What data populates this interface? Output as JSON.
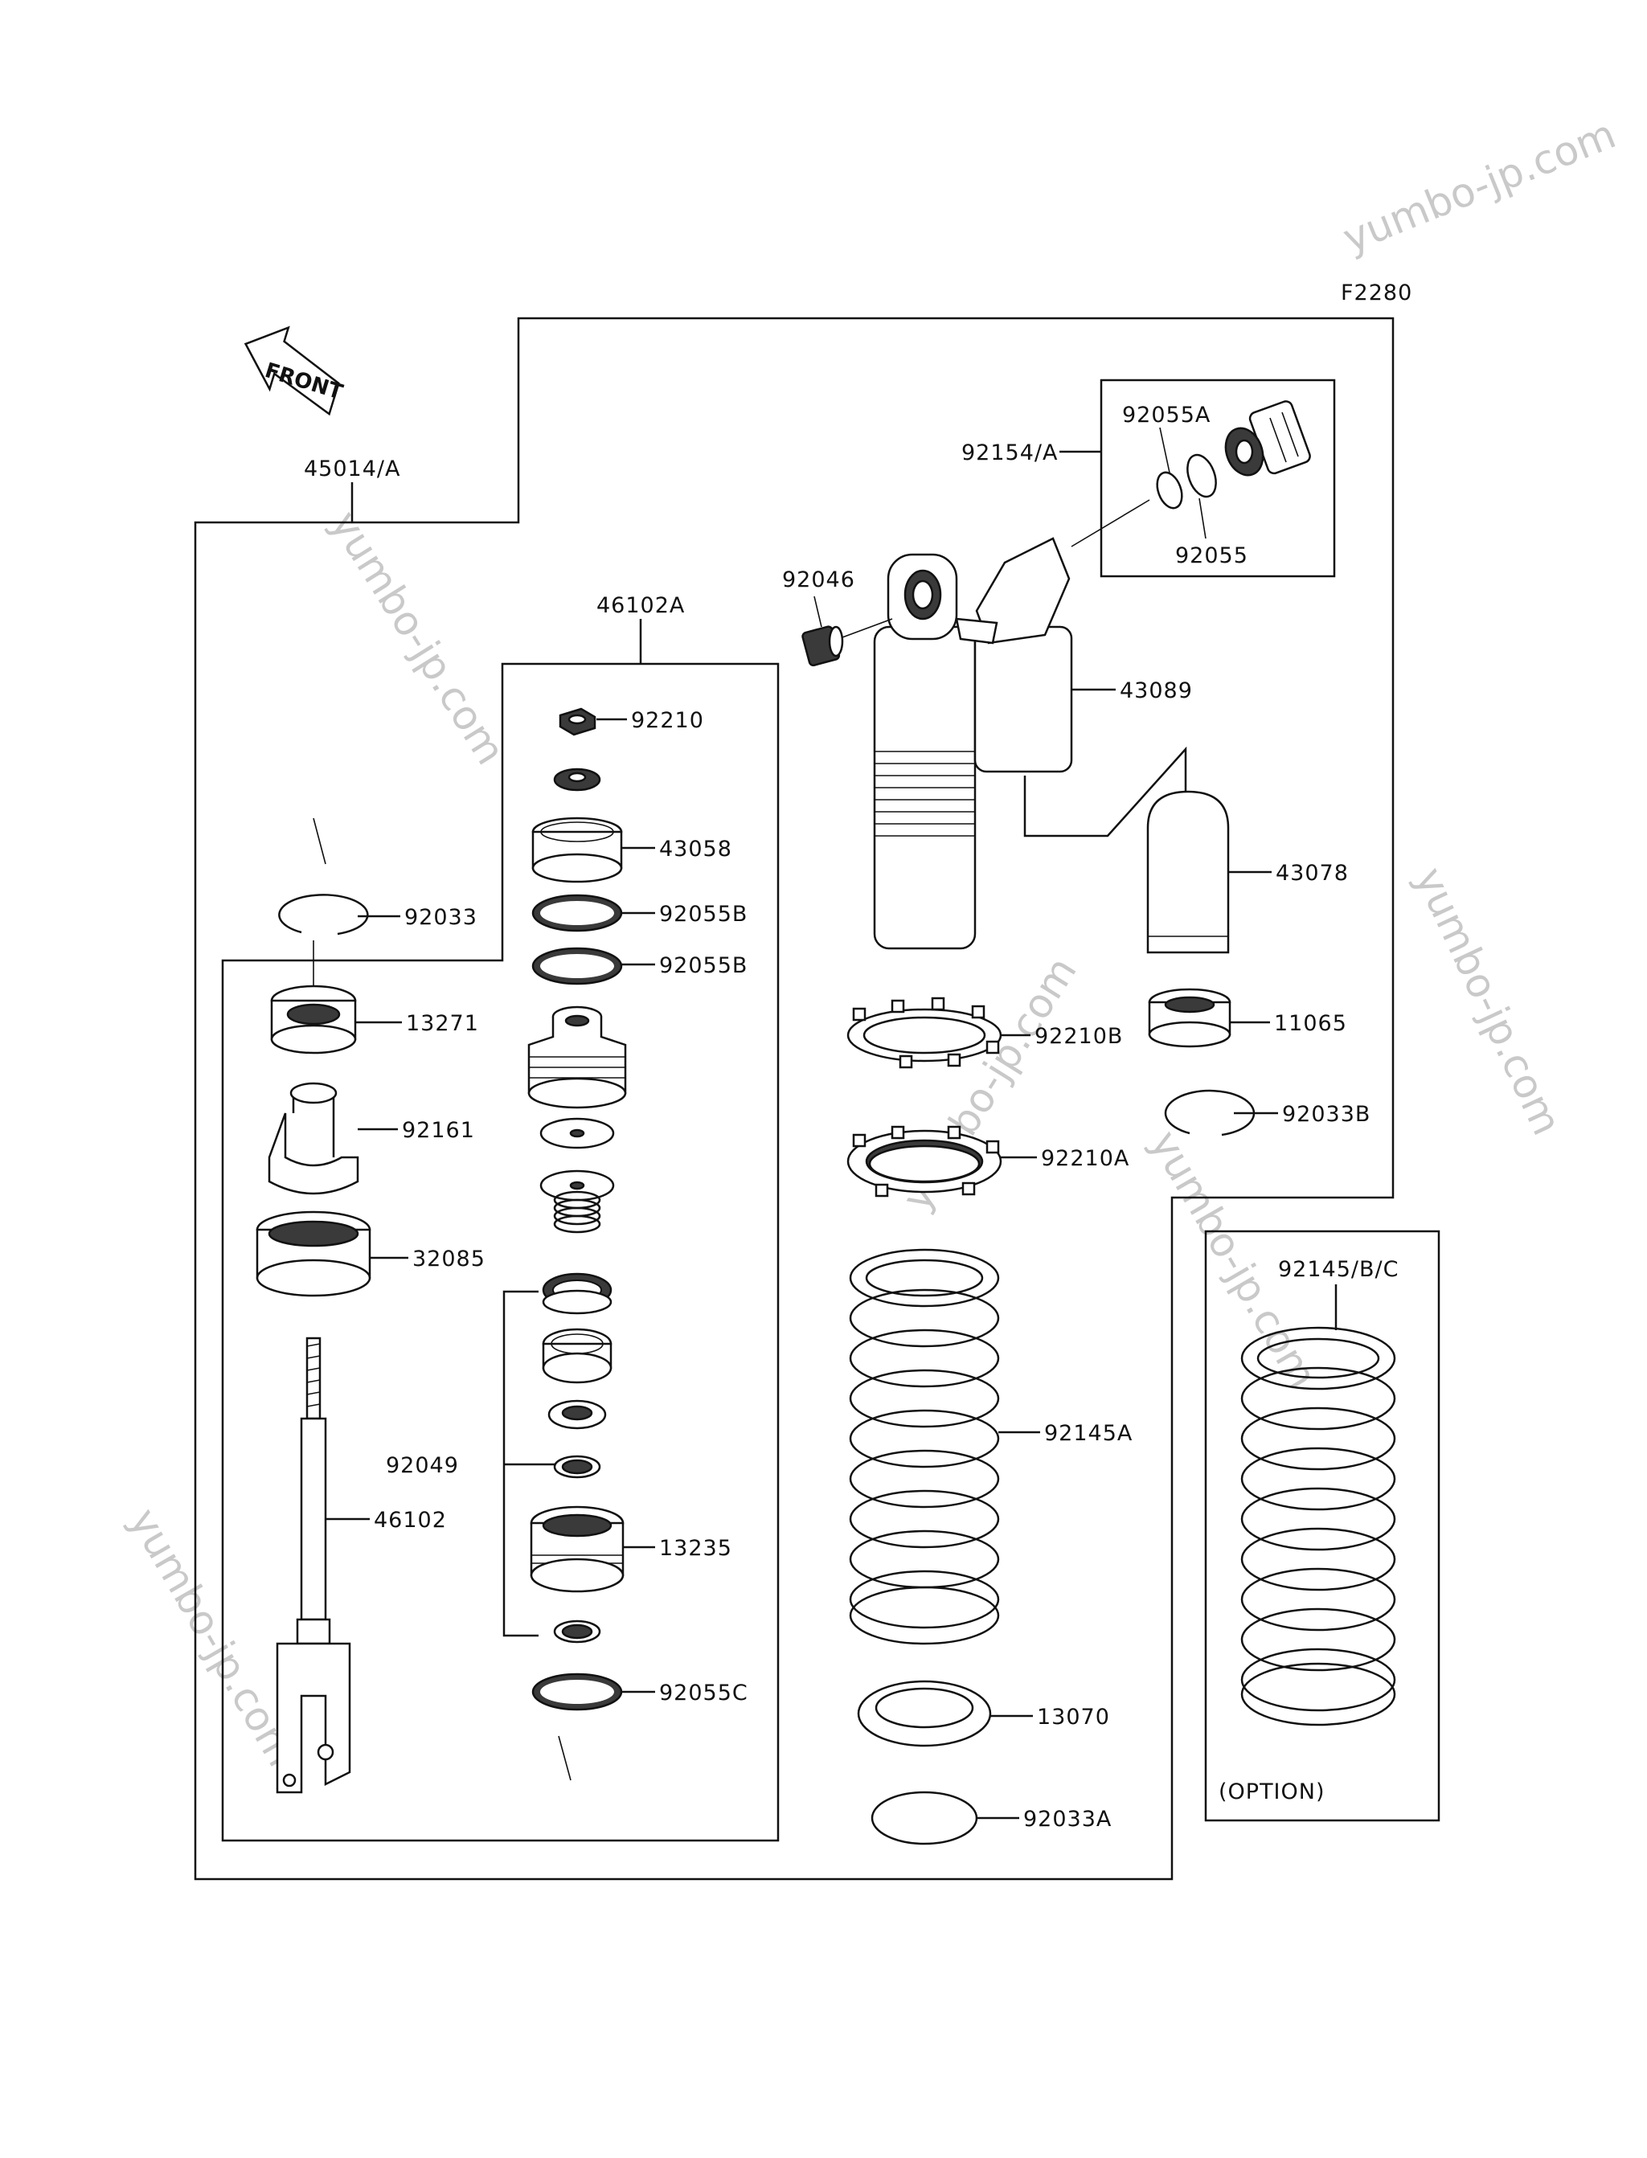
{
  "diagram_code": "F2280",
  "front_label": "FRONT",
  "option_label": "(OPTION)",
  "watermark": "yumbo-jp.com",
  "parts": {
    "p45014A": "45014/A",
    "p46102A": "46102A",
    "p92210": "92210",
    "p43058": "43058",
    "p92055B_1": "92055B",
    "p92055B_2": "92055B",
    "p92033": "92033",
    "p13271": "13271",
    "p92161": "92161",
    "p32085": "32085",
    "p92049": "92049",
    "p46102": "46102",
    "p13235": "13235",
    "p92055C": "92055C",
    "p92154A": "92154/A",
    "p92055A": "92055A",
    "p92055": "92055",
    "p92046": "92046",
    "p43089": "43089",
    "p43078": "43078",
    "p11065": "11065",
    "p92033B": "92033B",
    "p92210B": "92210B",
    "p92210A": "92210A",
    "p92145A": "92145A",
    "p13070": "13070",
    "p92033A": "92033A",
    "p92145BC": "92145/B/C"
  }
}
